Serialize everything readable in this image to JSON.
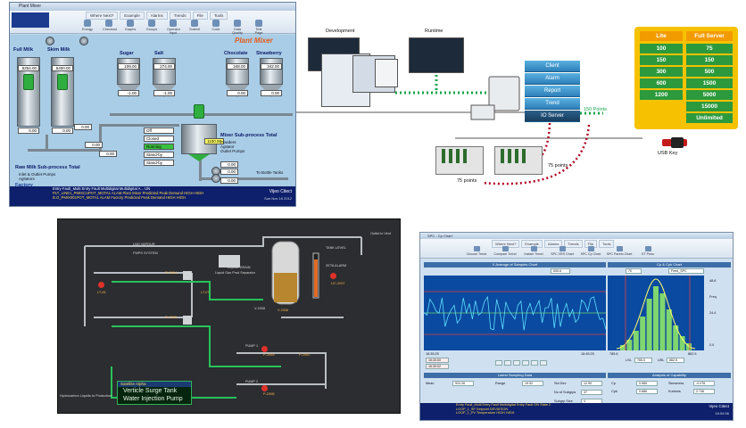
{
  "colors": {
    "ribbon": "#d9e4f0",
    "hmi_bg": "#a9cde6",
    "status_bg": "#0e1f6b",
    "license_bg": "#f6c200",
    "license_header": "#f29b00",
    "license_cell": "#2c9a3c",
    "server_box": "#2d7fb9",
    "plot_bg": "#0a4aa0",
    "scada_bg": "#2b2d30"
  },
  "plant_window": {
    "title": "Plant Mixer",
    "tabs": [
      "Where Next?",
      "Example",
      "Alarms",
      "Trends",
      "File",
      "Tools"
    ],
    "ribbon_buttons": [
      "Energy",
      "Checkout",
      "Graphs",
      "Groups",
      "Operator Input",
      "Submit",
      "Code",
      "Data Quality",
      "Test Page"
    ],
    "brand": "Plant Mixer",
    "tanks": [
      {
        "name": "Full Milk",
        "level": "5254.00",
        "flow": "0.00"
      },
      {
        "name": "Skim Milk",
        "level": "5400.00",
        "flow": "0.00"
      },
      {
        "name": "Sugar",
        "level": "109.00",
        "flow": "-1.00"
      },
      {
        "name": "Salt",
        "level": "274.00",
        "flow": "-1.00"
      },
      {
        "name": "Chocolate",
        "level": "348.00",
        "flow": "0.00"
      },
      {
        "name": "Strawberry",
        "level": "342.00",
        "flow": "0.00"
      }
    ],
    "mixer_title": "Mixer Sub-process Total",
    "mixer_lines": [
      "Powders",
      "Agitator",
      "Outlet Pumps"
    ],
    "raw_milk_title": "Raw Milk Sub-process Total",
    "raw_milk_lines": [
      "Inlet & Outlet Pumps",
      "Agitators"
    ],
    "factory_label": "Factory",
    "bottle_label": "To Bottle Tanks",
    "status_buttons": [
      "Off",
      "Closed",
      "Running",
      "Stand-by",
      "Stand-by"
    ],
    "mixer_level": "1100.00",
    "small_values": [
      "0.00",
      "0.00",
      "0.00",
      "0.00",
      "0.00",
      "0.00"
    ],
    "alarm_rows": [
      "Entry Fault_Multi    Entry Fault Multidigital    Multidigital A...    UN",
      "PLT_LINE1_PMIXCUPOT_MOTA1 ALAM  Plant Mixer Predicted Peak Demand  HIGH  HIGH",
      "B.O_PMIX001POT_MOTA1 ALAM  Factory Predicted Peak Demand  HIGH  HIGH"
    ],
    "logo_text": "Vijeo Citect",
    "date_text": "Sun Nov 16 2012"
  },
  "architecture": {
    "dev_label": "Development",
    "run_label": "Runtime",
    "server_items": [
      "Client",
      "Alarm",
      "Report",
      "Trend",
      "IO Server"
    ],
    "points_labels": [
      "150 Points",
      "75 points",
      "75 points"
    ],
    "license_headers": [
      "Lite",
      "Full Server"
    ],
    "license_rows": [
      [
        "100",
        "75"
      ],
      [
        "150",
        "150"
      ],
      [
        "300",
        "500"
      ],
      [
        "600",
        "1500"
      ],
      [
        "1200",
        "5000"
      ],
      [
        "",
        "15000"
      ],
      [
        "",
        "Unlimited"
      ]
    ],
    "usb_label": "USB Key"
  },
  "scada": {
    "labels": [
      "LNG VAPOUR",
      "FWPS SYSTEM",
      "LIQUID DRAIN",
      "Liquid Gas Prod Separator",
      "V-2008",
      "Hydrocarbon Liquids to Production",
      "PUMP 1",
      "PUMP 2",
      "Outlet to Vent",
      "ZETA ALARM",
      "TANK LEVEL"
    ],
    "tags": [
      "LT-06",
      "LT-07",
      "P-200A",
      "P-200B",
      "P-200C",
      "V-2008",
      "FI-2004",
      "FI-2005",
      "LIC-2007"
    ],
    "alpha_header": "Satellite Alpha",
    "alpha_line1": "Verticle Surge Tank",
    "alpha_line2": "Water Injection Pump"
  },
  "spc_window": {
    "title": "SPC - Cp Chart",
    "tabs": [
      "Where Next?",
      "Example",
      "Alarms",
      "Trends",
      "File",
      "Tools"
    ],
    "ribbon_buttons": [
      "Choose Trend",
      "Compare Trend",
      "Instant Trend",
      "SPC XRS Chart",
      "SPC Cp Chart",
      "SPC Pareto Chart",
      "ET Pens"
    ],
    "left_chart_title": "X Average of Samples Chart",
    "right_chart_title": "Cp & Cpk Chart",
    "left_value": "630.6",
    "right_field": "Feed_SPC",
    "right_number": "70",
    "scale_labels": [
      "48.8",
      "Freq",
      "24.4",
      "0.0"
    ],
    "x_left": "16:35:25",
    "x_right": "16:45:25",
    "lsl_label": "LSL",
    "lsl_value": "765.0",
    "usl_label": "USL",
    "usl_value": "862.5",
    "range_left": "785.6",
    "range_right": "862.5",
    "box1_vals": [
      "16:30:00",
      "16:30:02"
    ],
    "latest_title": "Latest Sampling Data",
    "cap_title": "Analysis of Capability",
    "latest_fields": [
      [
        "Mean",
        "924.26"
      ],
      [
        "Range",
        "19.92"
      ],
      [
        "Std Dev",
        "12.90"
      ],
      [
        "No of Subgrps",
        "37"
      ],
      [
        "Subgrp Size",
        "4"
      ]
    ],
    "cap_fields": [
      [
        "Cp",
        "0.965"
      ],
      [
        "Cpk",
        "0.686"
      ],
      [
        "Skewness",
        "-0.076"
      ],
      [
        "Kurtosis",
        "2.746"
      ]
    ],
    "alarm_rows": [
      "Entry Fault_Multi  Entry Fault Multidigital  Entry Fault ON State 2",
      "LOOP_1_SP   Setpoint         DEVIATION",
      "LOOP_1_PV   Temperature      HIGH    HIGH"
    ],
    "logo_text": "Vijeo Citect",
    "time_text": "16:54:56"
  }
}
